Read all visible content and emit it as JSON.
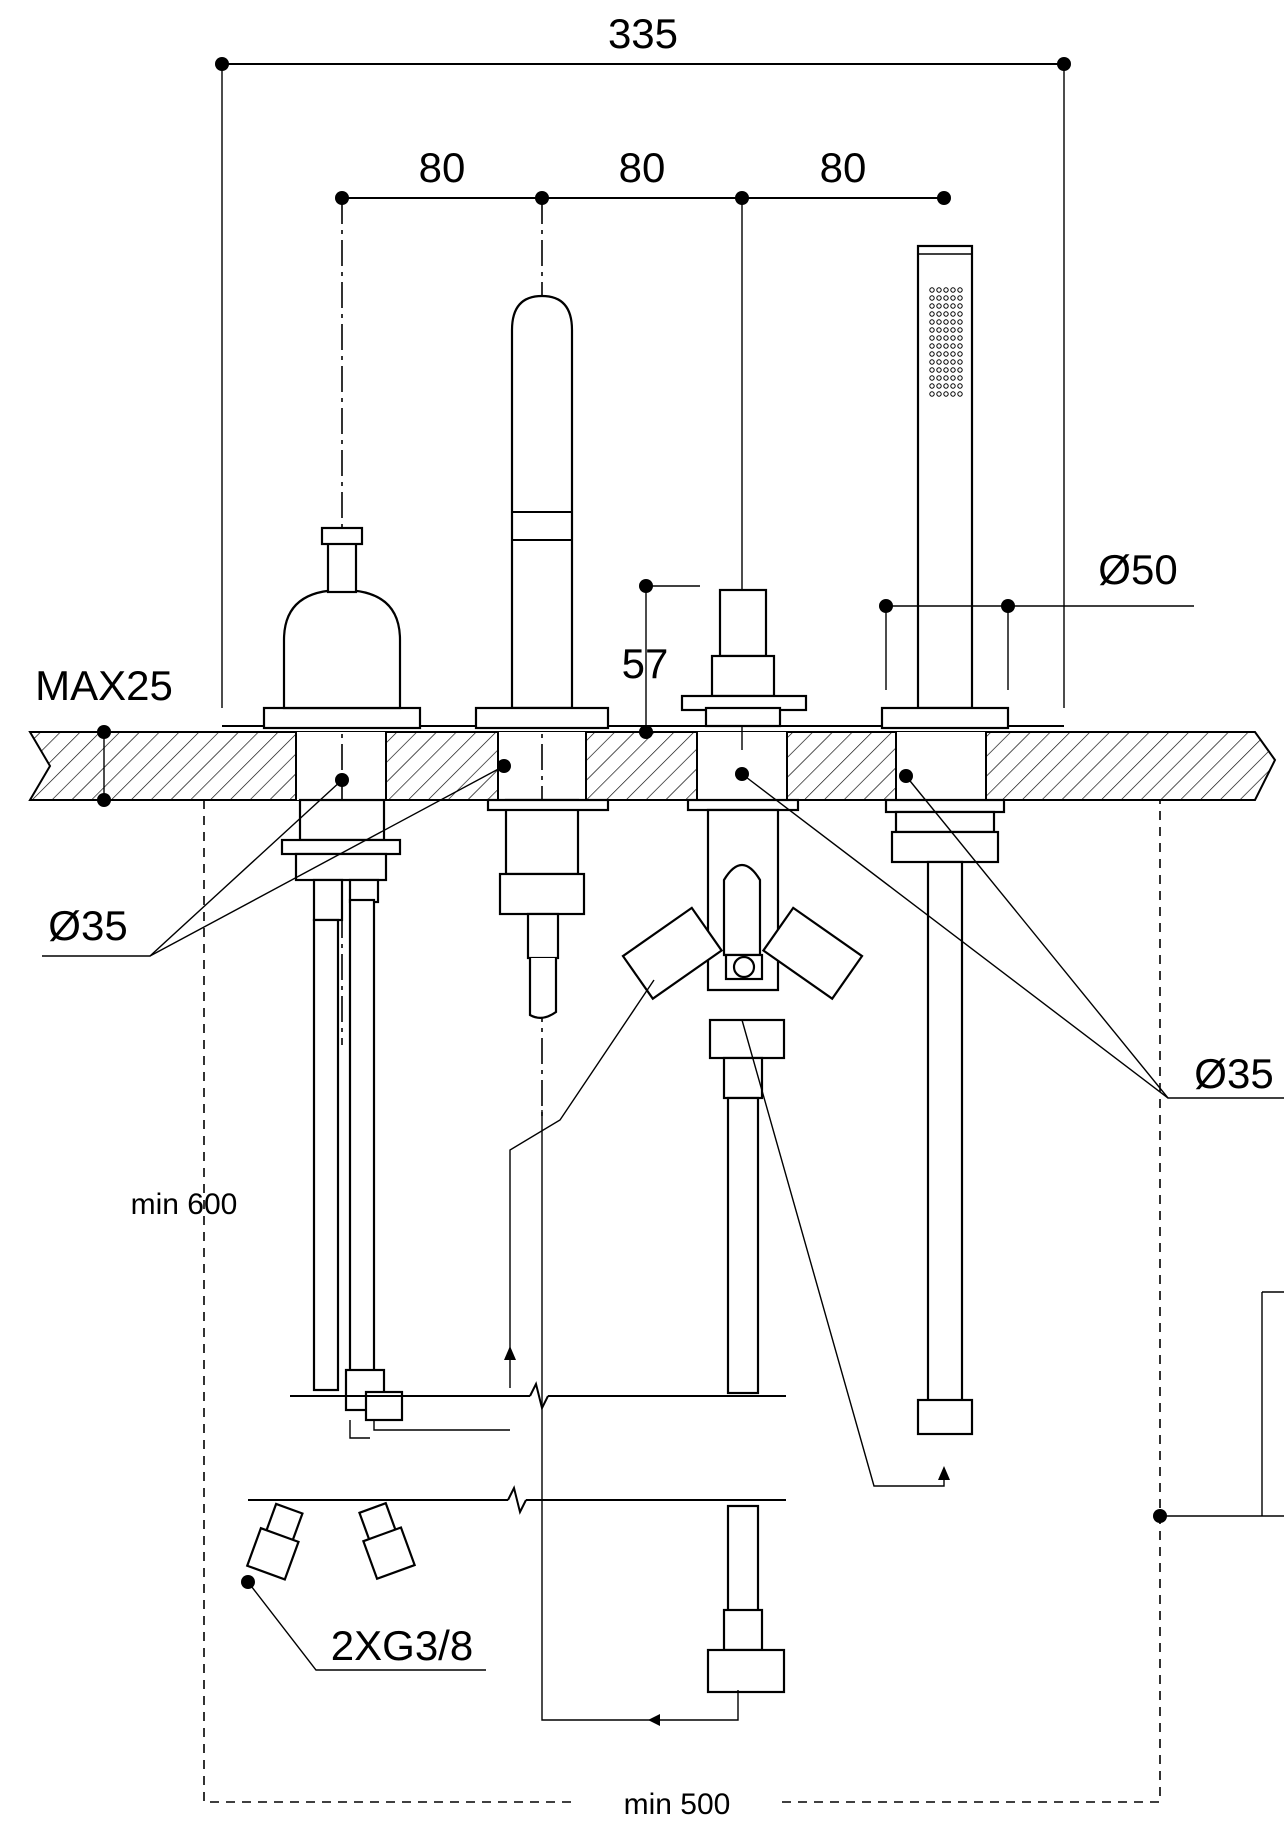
{
  "labels": {
    "overall_width": "335",
    "spacing_1": "80",
    "spacing_2": "80",
    "spacing_3": "80",
    "height_57": "57",
    "max_deck": "MAX25",
    "hole_left": "Ø35",
    "hole_right": "Ø35",
    "shower_diam": "Ø50",
    "connections": "2XG3/8",
    "min_600": "min 600",
    "min_500": "min 500"
  }
}
